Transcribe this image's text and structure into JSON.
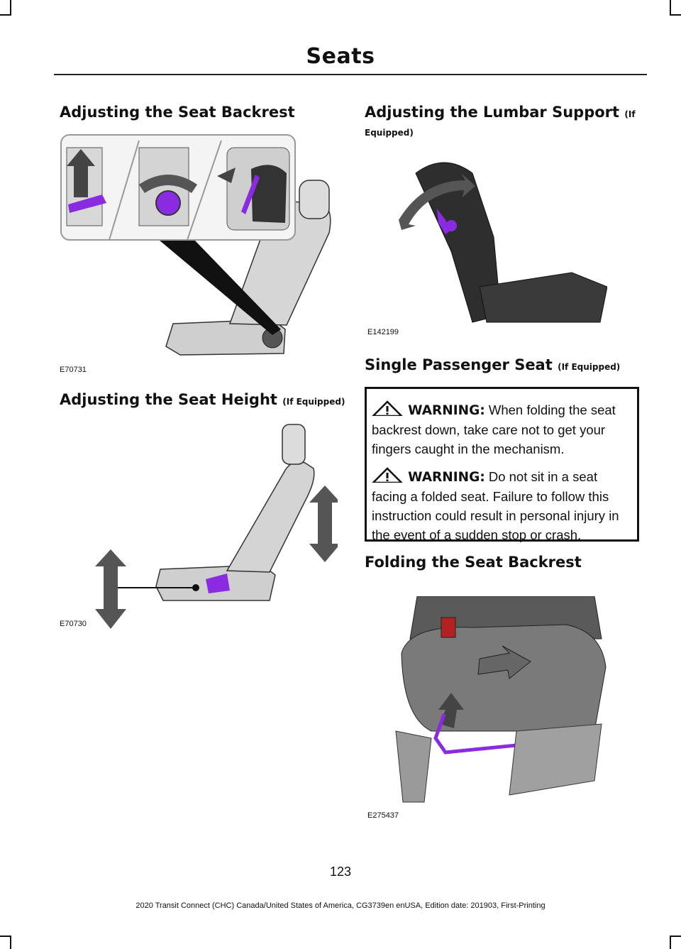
{
  "header": {
    "title": "Seats"
  },
  "sections": {
    "backrest": {
      "title": "Adjusting the Seat Backrest",
      "figure_id": "E70731"
    },
    "height": {
      "title": "Adjusting the Seat Height",
      "note": "(If Equipped)",
      "figure_id": "E70730"
    },
    "lumbar": {
      "title": "Adjusting the Lumbar Support",
      "note_line1": "(If",
      "note_line2": "Equipped)",
      "figure_id": "E142199"
    },
    "single_passenger": {
      "title": "Single Passenger Seat",
      "note": "(If Equipped)"
    },
    "folding": {
      "title": "Folding the Seat Backrest",
      "figure_id": "E275437"
    }
  },
  "warnings": [
    {
      "label": "WARNING:",
      "text": "When folding the seat backrest down, take care not to get your fingers caught in the mechanism."
    },
    {
      "label": "WARNING:",
      "text": "Do not sit in a seat facing a folded seat. Failure to follow this instruction could result in personal injury in the event of a sudden stop or crash."
    }
  ],
  "page_number": "123",
  "footer": "2020 Transit Connect (CHC) Canada/United States of America, CG3739en enUSA, Edition date: 201903, First-Printing",
  "colors": {
    "accent": "#8a2be2",
    "arrow": "#555555",
    "seat": "#c8c8c8"
  }
}
